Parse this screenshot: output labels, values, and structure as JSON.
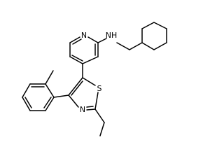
{
  "molecule": {
    "atom_labels": {
      "pyridine_n": "N",
      "amine_nh": "NH",
      "thiazole_s": "S",
      "thiazole_n": "N"
    },
    "colors": {
      "bond": "#000000",
      "label": "#000000",
      "background": "#ffffff"
    }
  }
}
